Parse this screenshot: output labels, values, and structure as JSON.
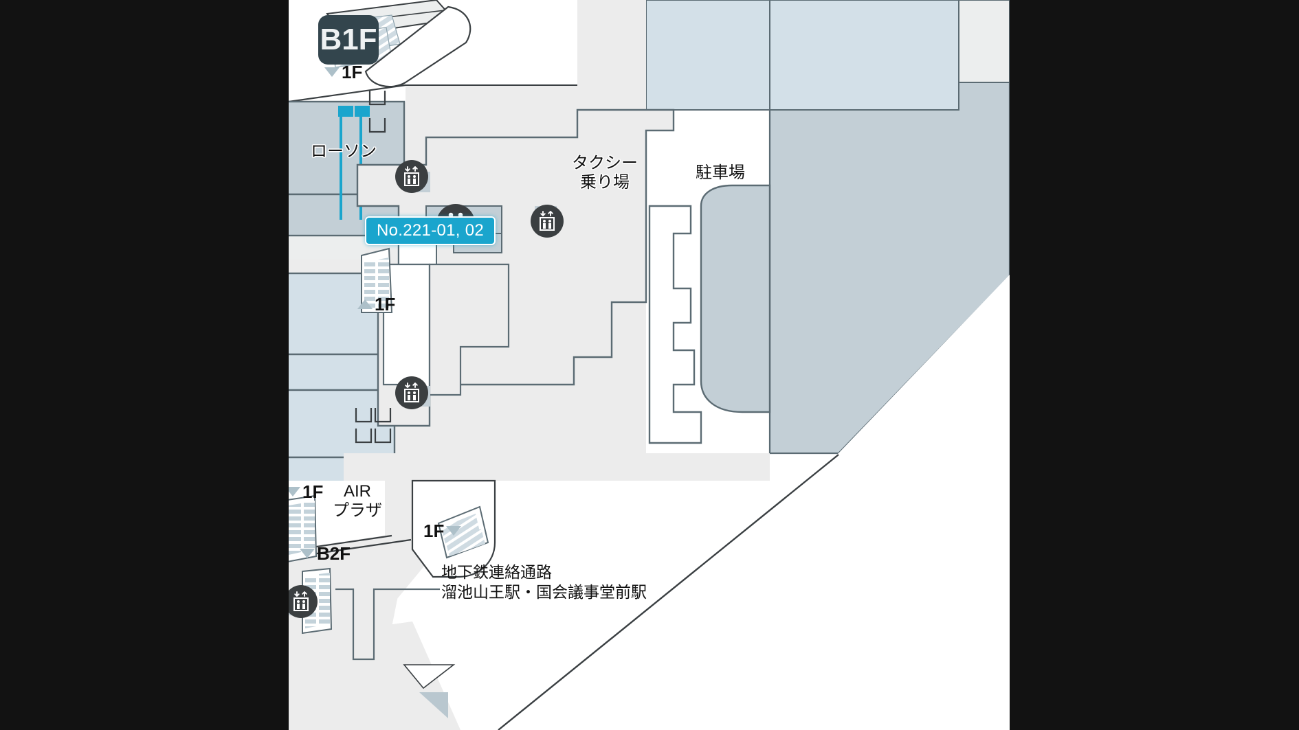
{
  "view": {
    "background_color": "#121212",
    "map_background": "#ffffff",
    "letterbox": true
  },
  "floor_badge": {
    "label": "B1F",
    "background_color": "#33454d",
    "text_color": "#eef1f2"
  },
  "highlight": {
    "label": "No.221-01, 02",
    "background_color": "#1aa5cd",
    "border_color": "#ffffff",
    "text_color": "#ffffff"
  },
  "tenants": [
    {
      "name": "lawson",
      "label": "ローソン"
    }
  ],
  "area_labels": [
    {
      "name": "taxi-stand",
      "label": "タクシー\n乗り場"
    },
    {
      "name": "parking-lot",
      "label": "駐車場"
    },
    {
      "name": "air-plaza",
      "label": "AIR\nプラザ"
    }
  ],
  "connection_label": {
    "name": "subway-passage",
    "line1": "地下鉄連絡通路",
    "line2": "溜池山王駅・国会議事堂前駅"
  },
  "floor_markers": [
    {
      "name": "stairs-to-1f-top",
      "floor": "1F",
      "direction": "down"
    },
    {
      "name": "escalator-to-1f-mid",
      "floor": "1F",
      "direction": "up"
    },
    {
      "name": "stairs-to-1f-left",
      "floor": "1F",
      "direction": "down"
    },
    {
      "name": "stairs-to-1f-bottom",
      "floor": "1F",
      "direction": "down"
    },
    {
      "name": "stairs-to-b2f",
      "floor": "B2F",
      "direction": "down"
    }
  ],
  "poi_icons": [
    {
      "name": "elevator-icon-north",
      "type": "elevator"
    },
    {
      "name": "restroom-icon",
      "type": "restroom"
    },
    {
      "name": "elevator-icon-east",
      "type": "elevator"
    },
    {
      "name": "elevator-icon-south",
      "type": "elevator"
    },
    {
      "name": "elevator-icon-b2",
      "type": "elevator"
    }
  ],
  "colors": {
    "floor_fill": "#ececec",
    "tenant_fill": "#d3e0e8",
    "outdoor_fill": "#c3cfd6",
    "corridor_fill": "#f2f2f2",
    "outline": "#5b6b73",
    "accent": "#1aa5cd",
    "icon_bg": "#3b3f41",
    "marker_gray": "#adc0c9"
  }
}
